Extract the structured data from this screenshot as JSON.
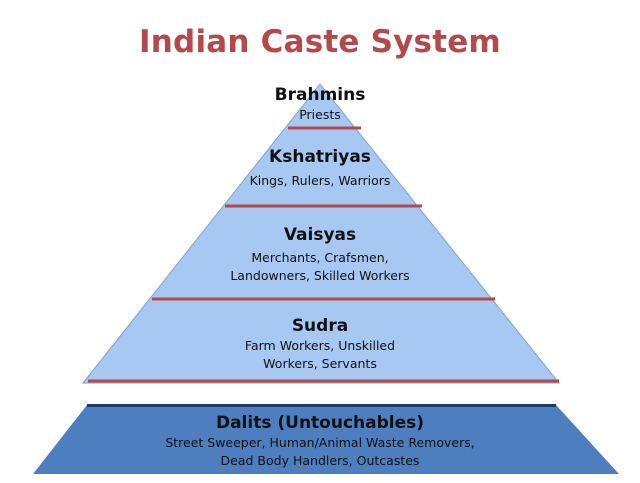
{
  "title": "Indian Caste System",
  "colors": {
    "title": "#b5484b",
    "pyramid_fill": "#a6c8f2",
    "pyramid_stroke": "#7fa3cf",
    "divider": "#b5484b",
    "base_fill": "#4d7fc0",
    "base_edge": "#1e3a6a"
  },
  "levels": [
    {
      "name": "Brahmins",
      "description": [
        "Priests"
      ]
    },
    {
      "name": "Kshatriyas",
      "description": [
        "Kings, Rulers, Warriors"
      ]
    },
    {
      "name": "Vaisyas",
      "description": [
        "Merchants, Crafsmen,",
        "Landowners, Skilled Workers"
      ]
    },
    {
      "name": "Sudra",
      "description": [
        "Farm Workers, Unskilled",
        "Workers, Servants"
      ]
    }
  ],
  "base": {
    "name": "Dalits (Untouchables)",
    "description": [
      "Street Sweeper, Human/Animal Waste Removers,",
      "Dead Body Handlers, Outcastes"
    ]
  }
}
